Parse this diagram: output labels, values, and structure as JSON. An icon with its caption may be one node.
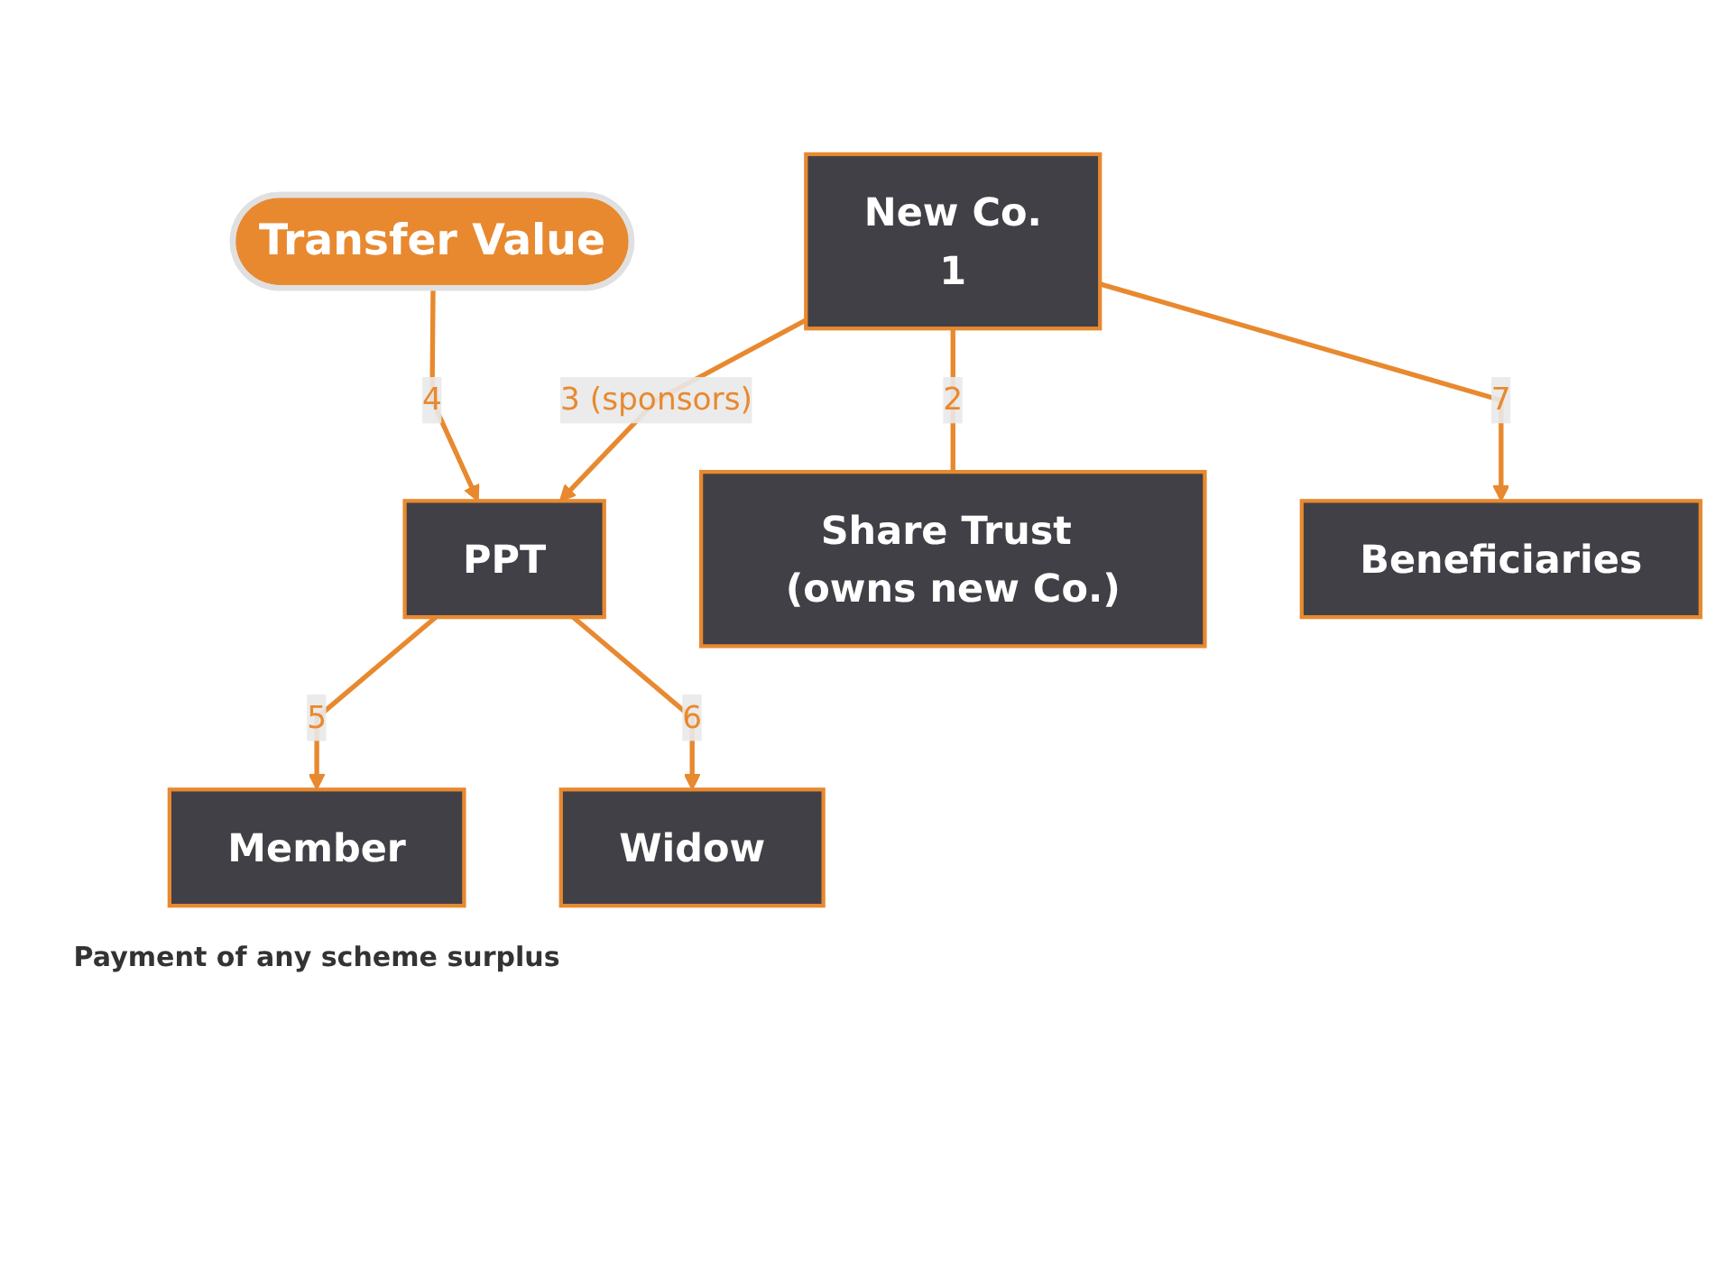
{
  "diagram": {
    "nodes": [
      {
        "text": [
          "New Co.",
          "1"
        ]
      },
      {
        "text": [
          "Transfer Value"
        ]
      },
      {
        "text": [
          "PPT"
        ]
      },
      {
        "text": [
          "Member"
        ],
        "beside": [
          "Payment of any scheme surplus"
        ]
      },
      {
        "text": [
          "Widow"
        ]
      },
      {
        "text": [
          "Share Trust (owns new Co.)"
        ]
      },
      {
        "text": [
          "Beneficiaries"
        ]
      }
    ],
    "edges": [
      {
        "from": 0,
        "to": 5,
        "arrow": "none",
        "label": "2"
      },
      {
        "from": 0,
        "to": 2,
        "arrow": "to",
        "label": "3 (sponsors)"
      },
      {
        "from": 1,
        "to": 2,
        "arrow": "to",
        "label": "4"
      },
      {
        "from": 2,
        "to": 3,
        "arrow": "to",
        "label": "5"
      },
      {
        "from": 2,
        "to": 4,
        "arrow": "to",
        "label": "6"
      },
      {
        "from": 0,
        "to": 6,
        "arrow": "to",
        "label": "7"
      }
    ]
  }
}
